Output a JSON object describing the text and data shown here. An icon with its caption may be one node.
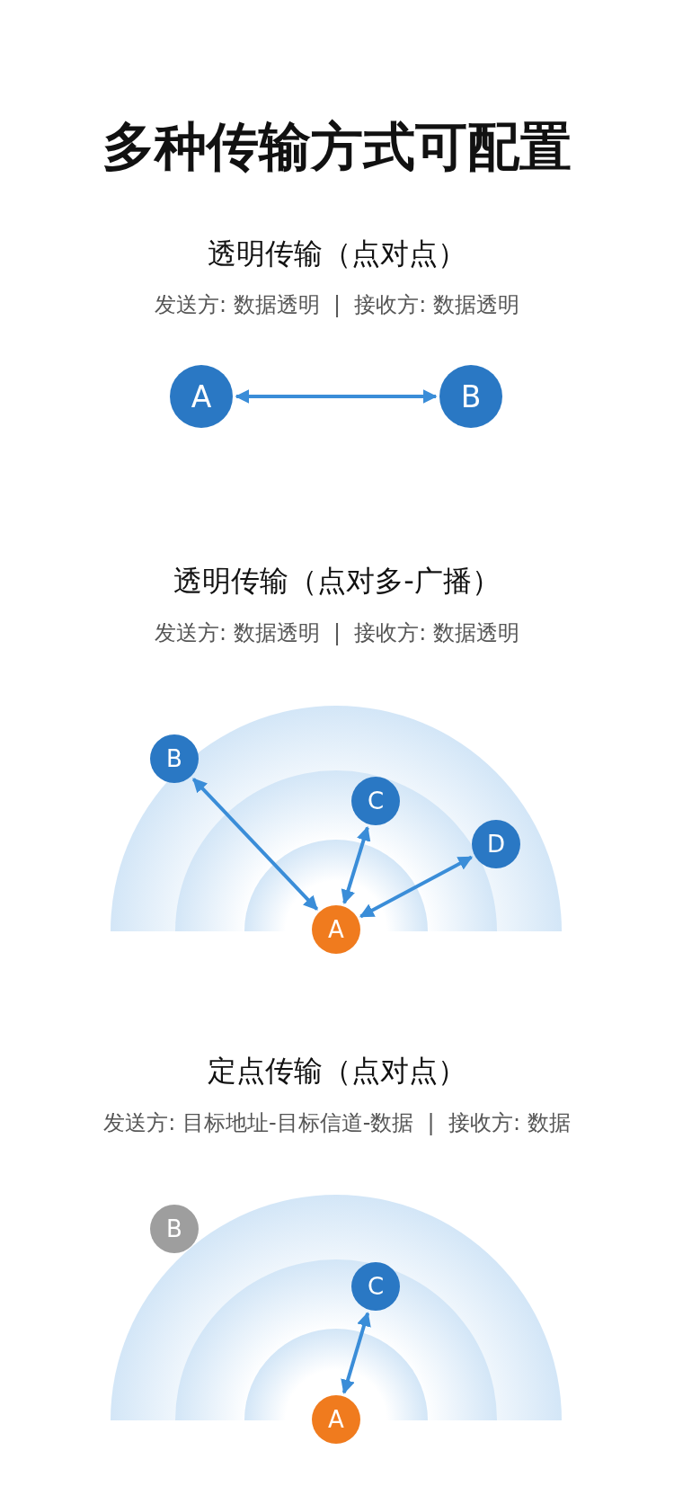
{
  "diagram": {
    "title": "多种传输方式可配置",
    "nodes": [
      {
        "text": [
          "A"
        ]
      },
      {
        "text": [
          "B"
        ]
      },
      {
        "text": [
          "B"
        ]
      },
      {
        "text": [
          "C"
        ]
      },
      {
        "text": [
          "D"
        ]
      },
      {
        "text": [
          "A"
        ]
      },
      {
        "text": [
          "B"
        ]
      },
      {
        "text": [
          "C"
        ]
      },
      {
        "text": [
          "A"
        ]
      }
    ],
    "edges": [
      {
        "from": 0,
        "to": 1,
        "arrow": "both"
      },
      {
        "from": 5,
        "to": 2,
        "arrow": "both"
      },
      {
        "from": 5,
        "to": 3,
        "arrow": "both"
      },
      {
        "from": 5,
        "to": 4,
        "arrow": "both"
      },
      {
        "from": 8,
        "to": 7,
        "arrow": "both"
      }
    ],
    "labels": [
      "透明传输（点对点）",
      "发送方: 数据透明  |  接收方: 数据透明",
      "透明传输（点对多-广播）",
      "发送方: 数据透明  |  接收方: 数据透明",
      "定点传输（点对点）",
      "发送方: 目标地址-目标信道-数据  |  接收方: 数据"
    ]
  }
}
